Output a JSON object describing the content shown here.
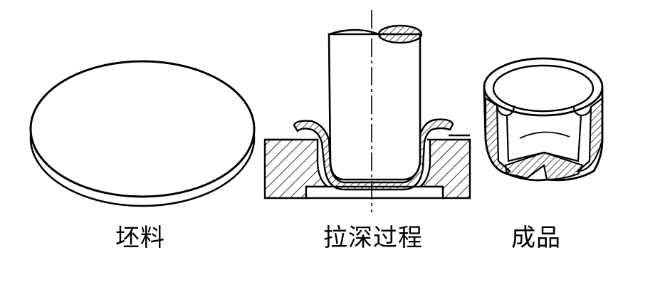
{
  "labels": {
    "blank": "坯料",
    "process": "拉深过程",
    "product": "成品"
  },
  "colors": {
    "line": "#000000",
    "background": "#ffffff"
  }
}
